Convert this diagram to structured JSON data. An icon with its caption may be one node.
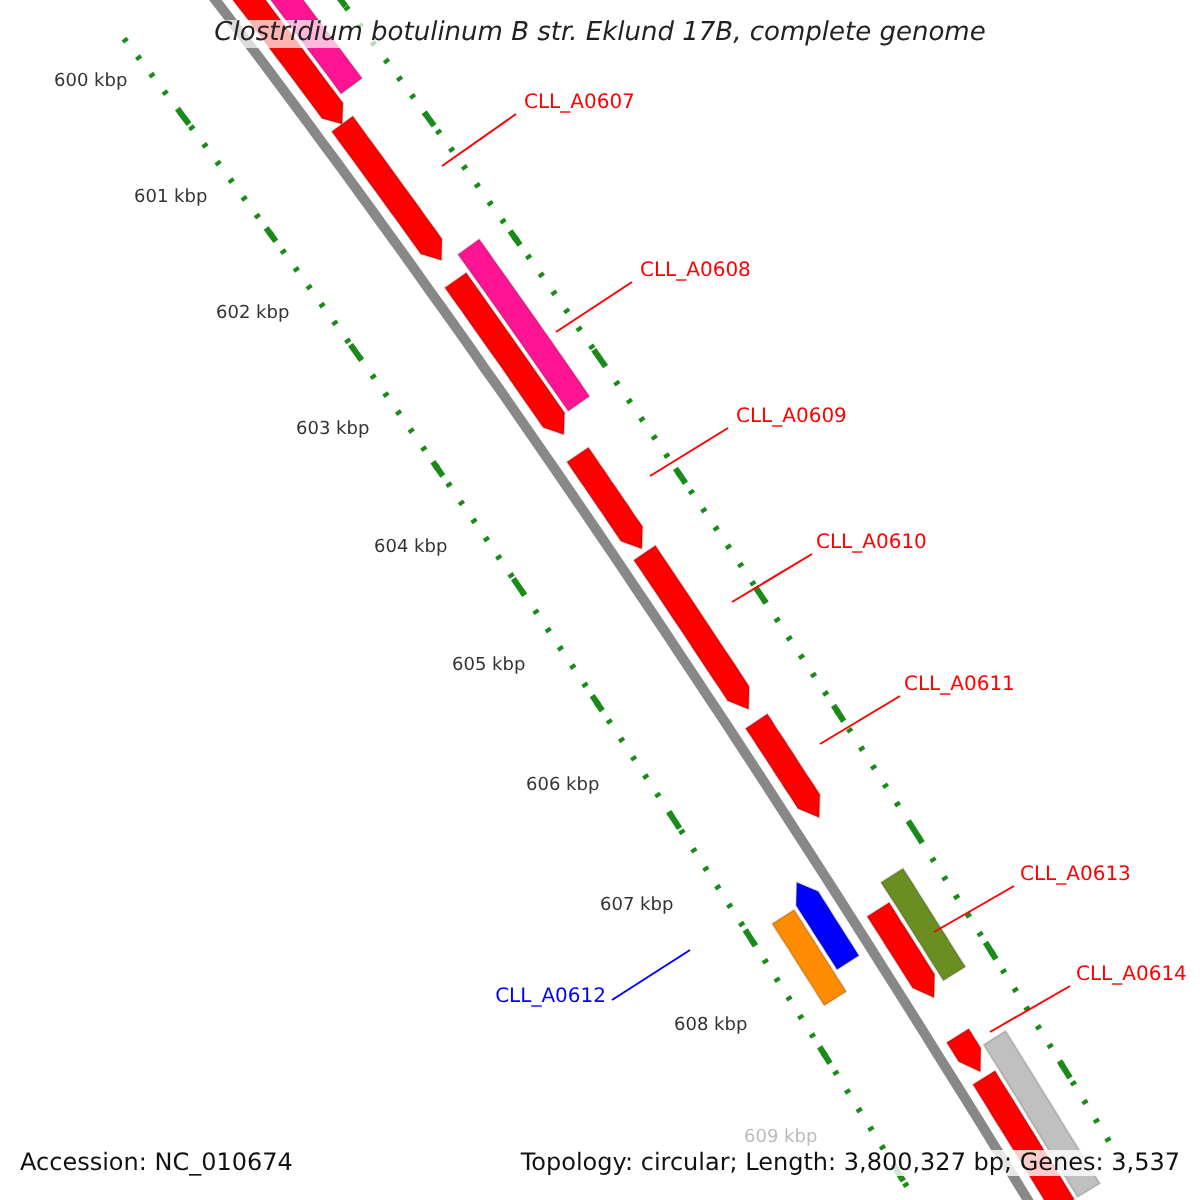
{
  "diagram": {
    "title": "Clostridium botulinum B str. Eklund 17B, complete genome",
    "nodes": [
      {
        "text": [
          "CLL_A0607"
        ]
      },
      {
        "text": [
          "CLL_A0608"
        ]
      },
      {
        "text": [
          "CLL_A0609"
        ]
      },
      {
        "text": [
          "CLL_A0610"
        ]
      },
      {
        "text": [
          "CLL_A0611"
        ]
      },
      {
        "text": [
          "CLL_A0612"
        ]
      },
      {
        "text": [
          "CLL_A0613"
        ]
      },
      {
        "text": [
          "CLL_A0614"
        ]
      }
    ],
    "edges": [
      {
        "from": 0,
        "to": null,
        "arrow": "none"
      },
      {
        "from": 1,
        "to": null,
        "arrow": "none"
      },
      {
        "from": 2,
        "to": null,
        "arrow": "none"
      },
      {
        "from": 3,
        "to": null,
        "arrow": "none"
      },
      {
        "from": 4,
        "to": null,
        "arrow": "none"
      },
      {
        "from": 5,
        "to": null,
        "arrow": "none",
        "color": "#0000ff"
      },
      {
        "from": 6,
        "to": null,
        "arrow": "none"
      },
      {
        "from": 7,
        "to": null,
        "arrow": "none"
      }
    ],
    "labels": [
      "600 kbp",
      "601 kbp",
      "602 kbp",
      "603 kbp",
      "604 kbp",
      "605 kbp",
      "606 kbp",
      "607 kbp",
      "608 kbp",
      "609 kbp",
      "Accession: NC_010674",
      "Topology: circular; Length: 3,800,327 bp; Genes: 3,537"
    ]
  }
}
